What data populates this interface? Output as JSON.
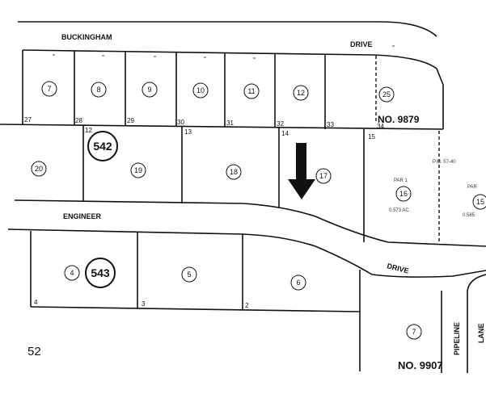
{
  "streets": {
    "buckingham": "BUCKINGHAM",
    "drive_top": "DRIVE",
    "engineer": "ENGINEER",
    "drive_mid": "DRIVE",
    "pipeline": "PIPELINE",
    "lane": "LANE"
  },
  "blocks": {
    "block_542": "542",
    "block_543": "543"
  },
  "tract_labels": {
    "no_9879": "NO. 9879",
    "no_9907": "NO. 9907"
  },
  "page_number": "52",
  "lots_top_row": [
    "7",
    "8",
    "9",
    "10",
    "11",
    "12",
    "25"
  ],
  "lot_corners_top": [
    "27",
    "28",
    "29",
    "30",
    "31",
    "32",
    "33",
    "34"
  ],
  "lots_mid_row": [
    "20",
    "19",
    "18",
    "17",
    "16",
    "15"
  ],
  "lot_corners_mid": [
    "12",
    "13",
    "14",
    "15"
  ],
  "parcel_16": {
    "par_label": "PAR 1",
    "acreage": "0.573 AC"
  },
  "parcel_15": {
    "pm_label": "P.M. 57-40",
    "par_label": "PAR",
    "acreage": "0.585"
  },
  "lots_bottom_row": [
    "4",
    "5",
    "6",
    "7"
  ],
  "lot_corners_bottom": [
    "4",
    "3",
    "2"
  ],
  "markings": {
    "arrow": "subject-property-arrow",
    "colors": {
      "ink": "#111111",
      "paper": "#ffffff"
    }
  }
}
